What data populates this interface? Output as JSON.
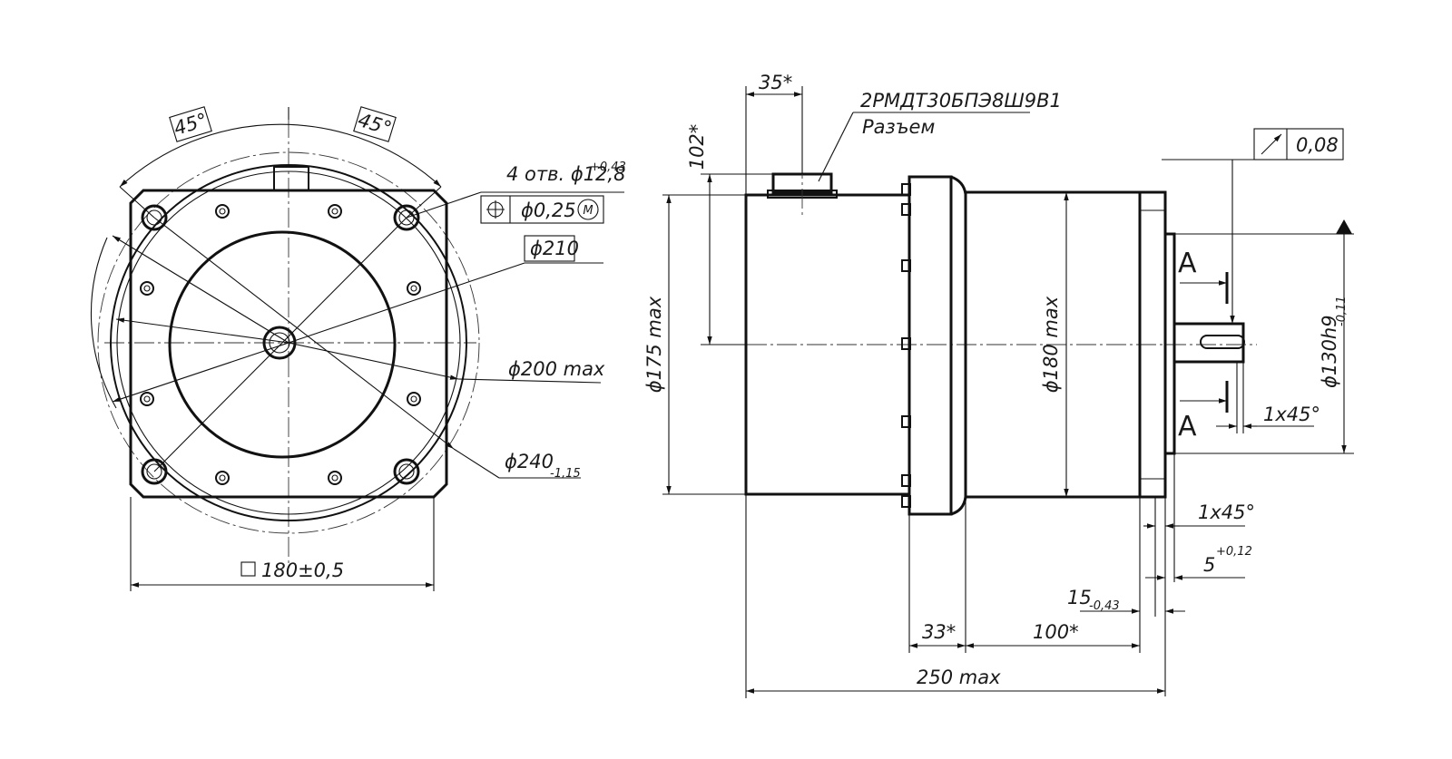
{
  "front_view": {
    "angle_left": "45°",
    "angle_right": "45°",
    "holes_note": "4 отв. ϕ12,8",
    "holes_tol": "+0,43",
    "position_tol": "ϕ0,25",
    "position_mod": "M",
    "pitch_dia": "ϕ210",
    "dia_200": "ϕ200 max",
    "dia_240": "ϕ240",
    "dia_240_tol": "-1,15",
    "square": "180±0,5"
  },
  "side_view": {
    "dim_35": "35*",
    "dim_102": "102*",
    "connector_code": "2РМДТ30БПЭ8Ш9В1",
    "connector_label": "Разъем",
    "runout_tol": "0,08",
    "dia_175": "ϕ175 max",
    "dia_180": "ϕ180 max",
    "dia_130": "ϕ130h9",
    "dia_130_tol": "-0,11",
    "section_a_top": "A",
    "section_a_bottom": "A",
    "chamfer_shaft": "1x45°",
    "chamfer_flange": "1x45°",
    "dim_5": "5",
    "dim_5_tol": "+0,12",
    "dim_15": "15",
    "dim_15_tol": "-0,43",
    "dim_33": "33*",
    "dim_100": "100*",
    "dim_250": "250 max"
  }
}
